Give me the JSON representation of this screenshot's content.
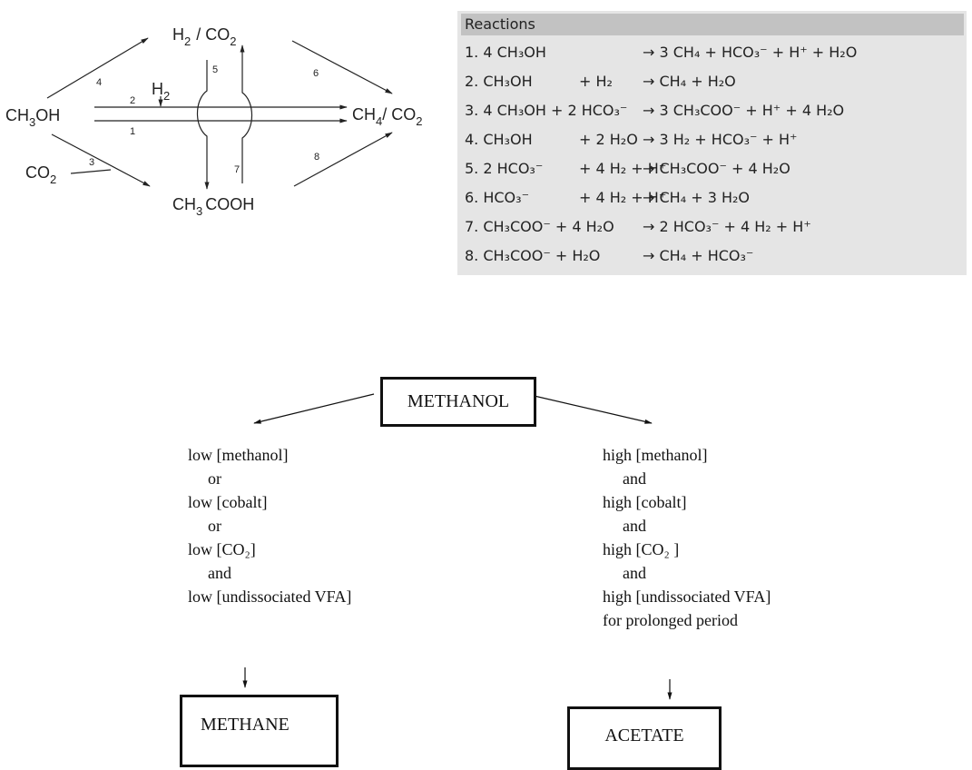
{
  "top_diagram": {
    "nodes": {
      "h2_co2": [
        "H",
        "2",
        "/ CO",
        "2"
      ],
      "ch3oh": [
        "CH",
        "3",
        "OH"
      ],
      "h2_label": [
        "H",
        "2"
      ],
      "ch4_co2": [
        "CH",
        "4",
        "/ CO",
        "2"
      ],
      "co2": [
        "CO",
        "2"
      ],
      "ch3cooh": [
        "CH",
        "3",
        "COOH"
      ]
    },
    "pathway_numbers": [
      "1",
      "2",
      "3",
      "4",
      "5",
      "6",
      "7",
      "8"
    ]
  },
  "reactions": {
    "header": "Reactions",
    "rows": [
      {
        "lhs": "1. 4 CH₃OH",
        "plus": "",
        "rhs": "→ 3 CH₄ + HCO₃⁻ + H⁺ + H₂O"
      },
      {
        "lhs": "2. CH₃OH",
        "plus": "+ H₂",
        "rhs": "→ CH₄ + H₂O"
      },
      {
        "lhs": "3. 4 CH₃OH + 2 HCO₃⁻",
        "plus": "",
        "rhs": "→ 3 CH₃COO⁻ + H⁺ + 4 H₂O"
      },
      {
        "lhs": "4. CH₃OH",
        "plus": "+ 2 H₂O",
        "rhs": "→ 3 H₂ + HCO₃⁻ + H⁺"
      },
      {
        "lhs": "5. 2 HCO₃⁻",
        "plus": "+ 4 H₂ + H⁺",
        "rhs": "→ CH₃COO⁻ + 4 H₂O"
      },
      {
        "lhs": "6. HCO₃⁻",
        "plus": "+ 4 H₂ + H⁺",
        "rhs": "→ CH₄ + 3 H₂O"
      },
      {
        "lhs": "7. CH₃COO⁻ + 4 H₂O",
        "plus": "",
        "rhs": "→ 2 HCO₃⁻ + 4 H₂ + H⁺"
      },
      {
        "lhs": "8. CH₃COO⁻ + H₂O",
        "plus": "",
        "rhs": "→ CH₄ + HCO₃⁻"
      }
    ]
  },
  "flowchart": {
    "root": "METHANOL",
    "left_outcome": "METHANE",
    "right_outcome": "ACETATE",
    "left_conditions": [
      "low [methanol]",
      "or",
      "low [cobalt]",
      "or",
      "low [CO₂]",
      "and",
      "low [undissociated VFA]"
    ],
    "right_conditions": [
      "high [methanol]",
      "and",
      "high [cobalt]",
      "and",
      "high [CO₂ ]",
      "and",
      "high [undissociated VFA]",
      "for prolonged period"
    ]
  }
}
